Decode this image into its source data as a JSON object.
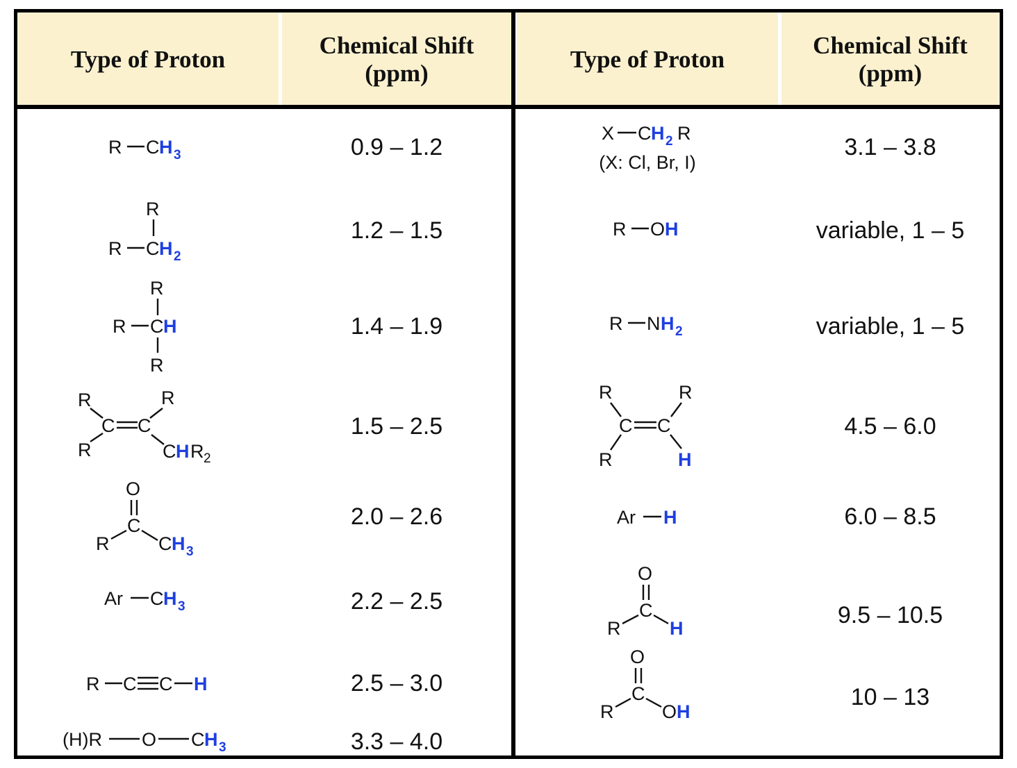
{
  "header": {
    "col1": "Type of Proton",
    "col2_line1": "Chemical Shift",
    "col2_line2": "(ppm)",
    "col3": "Type of Proton",
    "col4_line1": "Chemical Shift",
    "col4_line2": "(ppm)"
  },
  "left_rows": [
    {
      "shift": "0.9 – 1.2"
    },
    {
      "shift": "1.2 – 1.5"
    },
    {
      "shift": "1.4 – 1.9"
    },
    {
      "shift": "1.5 – 2.5"
    },
    {
      "shift": "2.0 – 2.6"
    },
    {
      "shift": "2.2 – 2.5"
    },
    {
      "shift": "2.5 – 3.0"
    },
    {
      "shift": "3.3 – 4.0"
    }
  ],
  "right_rows": [
    {
      "shift": "3.1 – 3.8",
      "note": "(X: Cl, Br, I)"
    },
    {
      "shift": "variable, 1 – 5"
    },
    {
      "shift": "variable, 1 – 5"
    },
    {
      "shift": "4.5 – 6.0"
    },
    {
      "shift": "6.0 – 8.5"
    },
    {
      "shift": "9.5 – 10.5"
    },
    {
      "shift": "10 – 13"
    }
  ],
  "atoms": {
    "R": "R",
    "C": "C",
    "H": "H",
    "O": "O",
    "N": "N",
    "X": "X",
    "CH": "CH",
    "H2": "H",
    "H3": "H",
    "sub2": "2",
    "sub3": "3",
    "Ar": "Ar",
    "OH_O": "O",
    "HR": "(H)R"
  },
  "colors": {
    "header_bg": "#fbf1cf",
    "highlight_h": "#1f3fe0"
  }
}
